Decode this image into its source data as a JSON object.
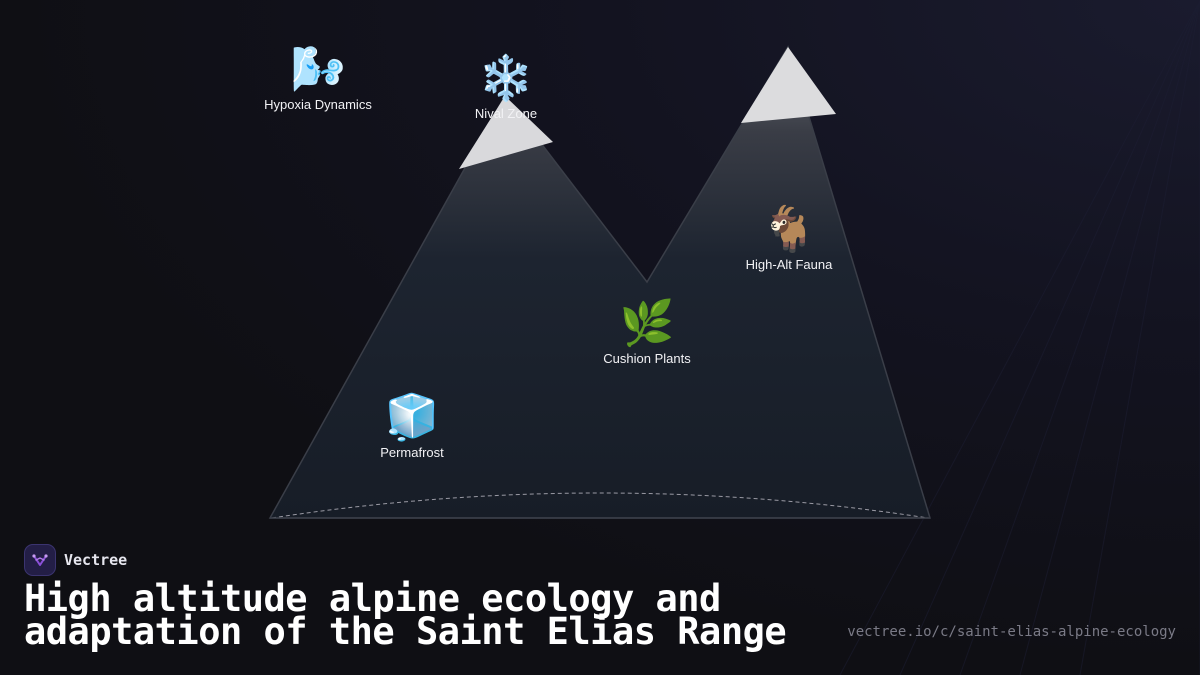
{
  "diagram": {
    "nodes": [
      {
        "id": "hypoxia",
        "icon": "🌬️",
        "icon_name": "wind-face-icon",
        "label": "Hypoxia Dynamics"
      },
      {
        "id": "nival",
        "icon": "❄️",
        "icon_name": "snowflake-icon",
        "label": "Nival Zone"
      },
      {
        "id": "fauna",
        "icon": "🐐",
        "icon_name": "goat-icon",
        "label": "High-Alt Fauna"
      },
      {
        "id": "cushion",
        "icon": "🌿",
        "icon_name": "herb-icon",
        "label": "Cushion Plants"
      },
      {
        "id": "permafrost",
        "icon": "🧊",
        "icon_name": "ice-cube-icon",
        "label": "Permafrost"
      }
    ]
  },
  "brand": {
    "name": "Vectree",
    "accent": "#8a4fd8"
  },
  "title": "High altitude alpine ecology and adaptation of the Saint Elias Range",
  "url": "vectree.io/c/saint-elias-alpine-ecology"
}
